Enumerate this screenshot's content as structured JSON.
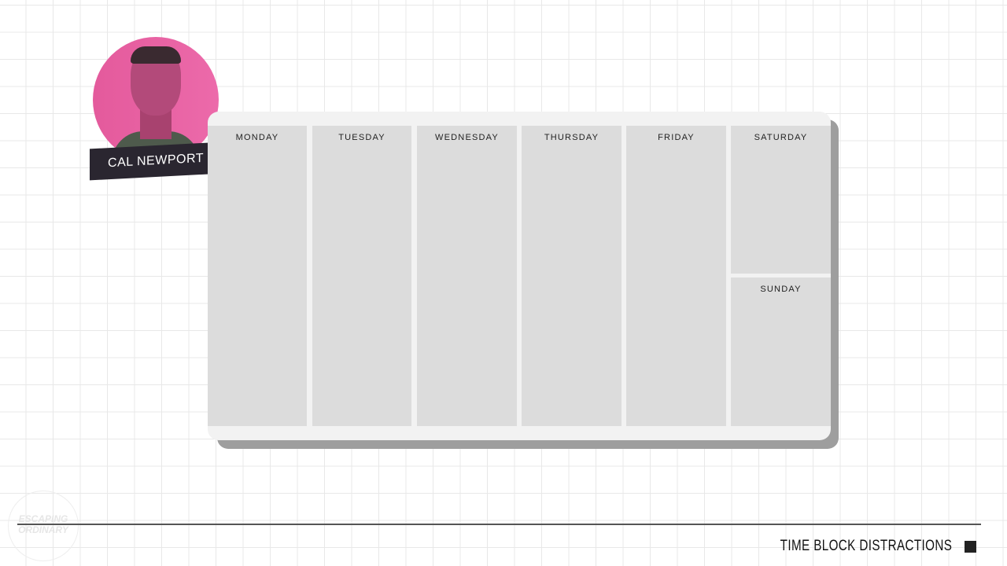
{
  "presenter": {
    "name": "CAL NEWPORT"
  },
  "calendar": {
    "days": [
      "MONDAY",
      "TUESDAY",
      "WEDNESDAY",
      "THURSDAY",
      "FRIDAY",
      "SATURDAY",
      "SUNDAY"
    ]
  },
  "footer": {
    "title": "TIME BLOCK DISTRACTIONS",
    "logo_line1": "ESCAPING",
    "logo_line2": "ORDINARY"
  }
}
